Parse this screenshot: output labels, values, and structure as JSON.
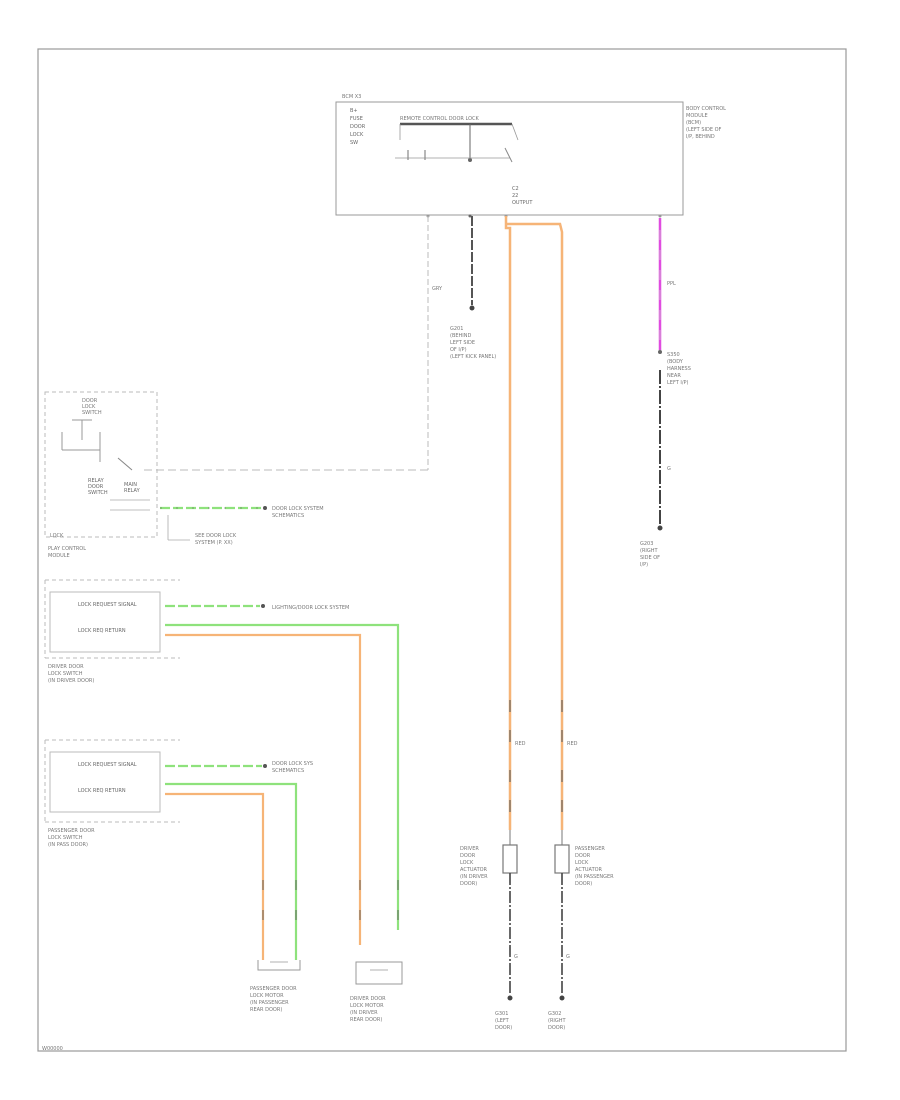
{
  "labels": {
    "diagram_code": "W00000",
    "main_module_name": [
      "BODY CONTROL",
      "MODULE",
      "(BCM)",
      "(LEFT SIDE OF",
      "I/P, BEHIND"
    ],
    "main_module_tag": "BCM X3",
    "main_module_inner": "REMOTE CONTROL DOOR LOCK",
    "main_module_pin": [
      "C2",
      "22",
      "OUTPUT"
    ],
    "main_module_left": [
      "B+",
      "FUSE",
      "DOOR",
      "LOCK",
      "SW"
    ],
    "ground_ref_center": [
      "G201",
      "(BEHIND",
      "LEFT SIDE",
      "OF I/P)",
      "(LEFT KICK PANEL)"
    ],
    "splice_right": [
      "S350",
      "(BODY",
      "HARNESS",
      "NEAR",
      "LEFT I/P)"
    ],
    "ground_right": [
      "G203",
      "(RIGHT",
      "SIDE OF",
      "I/P)"
    ],
    "door_switch_box_label": [
      "DOOR",
      "LOCK",
      "SWITCH"
    ],
    "door_switch_left": [
      "RELAY",
      "DOOR",
      "SWITCH",
      "MAIN",
      "RELAY"
    ],
    "door_switch_module": "LOCK",
    "door_switch_caption": [
      "PLAY CONTROL",
      "MODULE"
    ],
    "door_ref_to": [
      "DOOR LOCK SYSTEM",
      "SCHEMATICS"
    ],
    "door_ref_note": [
      "SEE DOOR LOCK",
      "SYSTEM (P. XX)"
    ],
    "wire_codes": [
      "G",
      "RED",
      "GRY",
      "PPL"
    ],
    "driver_unit_label": [
      "DRIVER DOOR",
      "LOCK SWITCH",
      "(IN DRIVER DOOR)"
    ],
    "driver_unit_pins": [
      "LOCK REQUEST SIGNAL",
      "LOCK REQ RETURN"
    ],
    "driver_unit_ref": "LIGHTING/DOOR LOCK SYSTEM",
    "pass_unit_label": [
      "PASSENGER DOOR",
      "LOCK SWITCH",
      "(IN PASS DOOR)"
    ],
    "pass_unit_pins": [
      "LOCK REQUEST SIGNAL",
      "LOCK REQ RETURN"
    ],
    "pass_unit_ref": [
      "DOOR LOCK SYS",
      "SCHEMATICS"
    ],
    "lf_actuator": [
      "DRIVER",
      "DOOR",
      "LOCK",
      "ACTUATOR",
      "(IN DRIVER",
      "DOOR)"
    ],
    "rf_actuator": [
      "PASSENGER",
      "DOOR",
      "LOCK",
      "ACTUATOR",
      "(IN PASSENGER",
      "DOOR)"
    ],
    "ground_lf": [
      "G301",
      "(LEFT",
      "DOOR)"
    ],
    "ground_rf": [
      "G302",
      "(RIGHT",
      "DOOR)"
    ],
    "motor_left": [
      "PASSENGER DOOR",
      "LOCK MOTOR",
      "(IN PASSENGER",
      "REAR DOOR)"
    ],
    "motor_right": [
      "DRIVER DOOR",
      "LOCK MOTOR",
      "(IN DRIVER",
      "REAR DOOR)"
    ]
  },
  "colors": {
    "orange": "#f6b477",
    "green": "#8ee27c",
    "magenta": "#e04ce0",
    "black": "#333333",
    "grey": "#aaaaaa"
  }
}
